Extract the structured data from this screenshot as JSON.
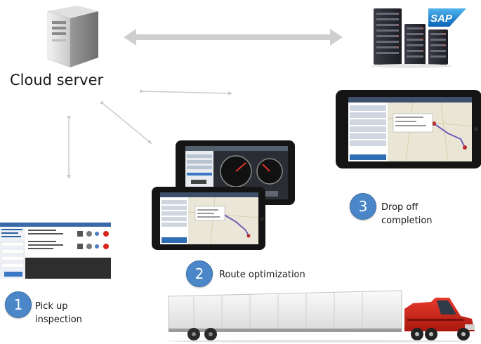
{
  "cloud_server": {
    "label": "Cloud server"
  },
  "sap": {
    "logo_text": "SAP"
  },
  "steps": [
    {
      "number": "1",
      "line1": "Pick up",
      "line2": "inspection"
    },
    {
      "number": "2",
      "line1": "Route optimization",
      "line2": ""
    },
    {
      "number": "3",
      "line1": "Drop off",
      "line2": "completion"
    }
  ],
  "icons": {
    "server": "server-tower-icon",
    "sap_servers": "server-rack-icon",
    "truck": "semi-truck-icon"
  },
  "colors": {
    "badge": "#4a86c8",
    "truck_cab": "#d9261c",
    "arrow": "#cfcfcf"
  }
}
